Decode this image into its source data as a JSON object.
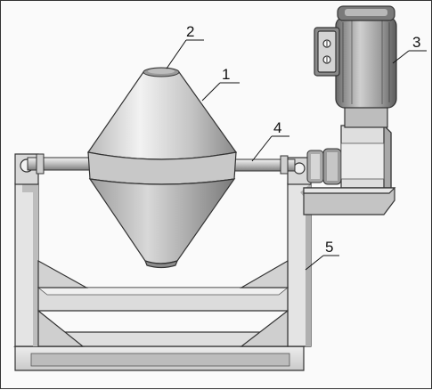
{
  "figure": {
    "labels": {
      "cone_vessel": "1",
      "charging_port": "2",
      "drive_motor": "3",
      "rotating_shaft": "4",
      "support_frame": "5"
    }
  },
  "colors": {
    "ink": "#222222",
    "steel_light": "#dcdcdc",
    "steel_mid": "#a8a8a8",
    "steel_dark": "#6e6e6e",
    "frame_light": "#e6e6e6",
    "frame_shadow": "#9a9a9a"
  },
  "icons": [
    "terminal-box-icon",
    "motor-fan-cover-icon"
  ]
}
